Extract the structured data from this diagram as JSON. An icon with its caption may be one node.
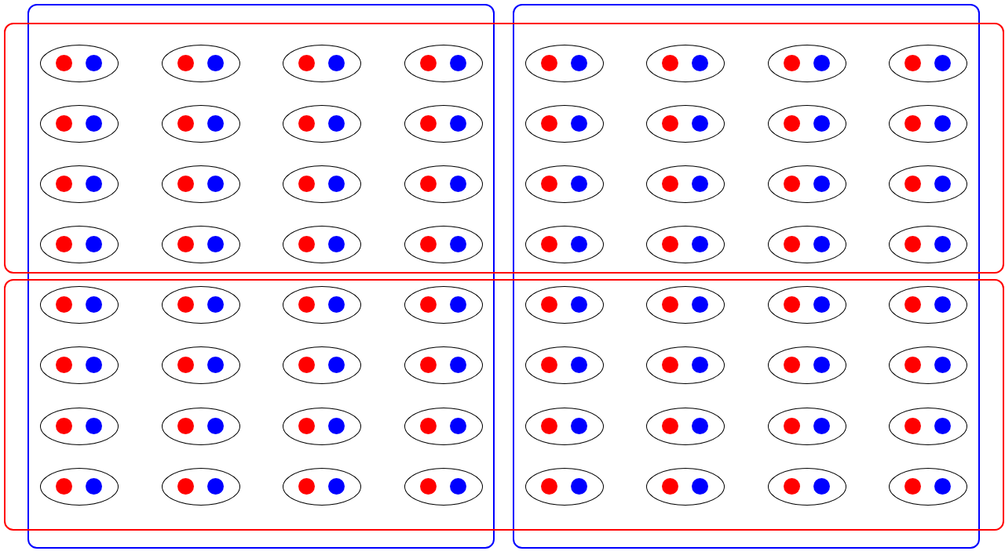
{
  "diagram": {
    "nodes": [
      {
        "text": [],
        "shape": "box"
      },
      {
        "text": [],
        "shape": "box"
      },
      {
        "text": [],
        "shape": "box"
      },
      {
        "text": [],
        "shape": "box"
      },
      {
        "text": [],
        "shape": "ellipse"
      },
      {
        "text": [],
        "shape": "circle",
        "in": 4
      },
      {
        "text": [],
        "shape": "circle",
        "in": 4
      },
      {
        "text": [],
        "shape": "ellipse"
      },
      {
        "text": [],
        "shape": "circle",
        "in": 7
      },
      {
        "text": [],
        "shape": "circle",
        "in": 7
      },
      {
        "text": [],
        "shape": "ellipse"
      },
      {
        "text": [],
        "shape": "circle",
        "in": 10
      },
      {
        "text": [],
        "shape": "circle",
        "in": 10
      },
      {
        "text": [],
        "shape": "ellipse"
      },
      {
        "text": [],
        "shape": "circle",
        "in": 13
      },
      {
        "text": [],
        "shape": "circle",
        "in": 13
      },
      {
        "text": [],
        "shape": "ellipse"
      },
      {
        "text": [],
        "shape": "circle",
        "in": 16
      },
      {
        "text": [],
        "shape": "circle",
        "in": 16
      },
      {
        "text": [],
        "shape": "ellipse"
      },
      {
        "text": [],
        "shape": "circle",
        "in": 19
      },
      {
        "text": [],
        "shape": "circle",
        "in": 19
      },
      {
        "text": [],
        "shape": "ellipse"
      },
      {
        "text": [],
        "shape": "circle",
        "in": 22
      },
      {
        "text": [],
        "shape": "circle",
        "in": 22
      },
      {
        "text": [],
        "shape": "ellipse"
      },
      {
        "text": [],
        "shape": "circle",
        "in": 25
      },
      {
        "text": [],
        "shape": "circle",
        "in": 25
      },
      {
        "text": [],
        "shape": "ellipse"
      },
      {
        "text": [],
        "shape": "circle",
        "in": 28
      },
      {
        "text": [],
        "shape": "circle",
        "in": 28
      },
      {
        "text": [],
        "shape": "ellipse"
      },
      {
        "text": [],
        "shape": "circle",
        "in": 31
      },
      {
        "text": [],
        "shape": "circle",
        "in": 31
      },
      {
        "text": [],
        "shape": "ellipse"
      },
      {
        "text": [],
        "shape": "circle",
        "in": 34
      },
      {
        "text": [],
        "shape": "circle",
        "in": 34
      },
      {
        "text": [],
        "shape": "ellipse"
      },
      {
        "text": [],
        "shape": "circle",
        "in": 37
      },
      {
        "text": [],
        "shape": "circle",
        "in": 37
      },
      {
        "text": [],
        "shape": "ellipse"
      },
      {
        "text": [],
        "shape": "circle",
        "in": 40
      },
      {
        "text": [],
        "shape": "circle",
        "in": 40
      },
      {
        "text": [],
        "shape": "ellipse"
      },
      {
        "text": [],
        "shape": "circle",
        "in": 43
      },
      {
        "text": [],
        "shape": "circle",
        "in": 43
      },
      {
        "text": [],
        "shape": "ellipse"
      },
      {
        "text": [],
        "shape": "circle",
        "in": 46
      },
      {
        "text": [],
        "shape": "circle",
        "in": 46
      },
      {
        "text": [],
        "shape": "ellipse"
      },
      {
        "text": [],
        "shape": "circle",
        "in": 49
      },
      {
        "text": [],
        "shape": "circle",
        "in": 49
      },
      {
        "text": [],
        "shape": "ellipse"
      },
      {
        "text": [],
        "shape": "circle",
        "in": 52
      },
      {
        "text": [],
        "shape": "circle",
        "in": 52
      },
      {
        "text": [],
        "shape": "ellipse"
      },
      {
        "text": [],
        "shape": "circle",
        "in": 55
      },
      {
        "text": [],
        "shape": "circle",
        "in": 55
      },
      {
        "text": [],
        "shape": "ellipse"
      },
      {
        "text": [],
        "shape": "circle",
        "in": 58
      },
      {
        "text": [],
        "shape": "circle",
        "in": 58
      },
      {
        "text": [],
        "shape": "ellipse"
      },
      {
        "text": [],
        "shape": "circle",
        "in": 61
      },
      {
        "text": [],
        "shape": "circle",
        "in": 61
      },
      {
        "text": [],
        "shape": "ellipse"
      },
      {
        "text": [],
        "shape": "circle",
        "in": 64
      },
      {
        "text": [],
        "shape": "circle",
        "in": 64
      },
      {
        "text": [],
        "shape": "ellipse"
      },
      {
        "text": [],
        "shape": "circle",
        "in": 67
      },
      {
        "text": [],
        "shape": "circle",
        "in": 67
      },
      {
        "text": [],
        "shape": "ellipse"
      },
      {
        "text": [],
        "shape": "circle",
        "in": 70
      },
      {
        "text": [],
        "shape": "circle",
        "in": 70
      },
      {
        "text": [],
        "shape": "ellipse"
      },
      {
        "text": [],
        "shape": "circle",
        "in": 73
      },
      {
        "text": [],
        "shape": "circle",
        "in": 73
      },
      {
        "text": [],
        "shape": "ellipse"
      },
      {
        "text": [],
        "shape": "circle",
        "in": 76
      },
      {
        "text": [],
        "shape": "circle",
        "in": 76
      },
      {
        "text": [],
        "shape": "ellipse"
      },
      {
        "text": [],
        "shape": "circle",
        "in": 79
      },
      {
        "text": [],
        "shape": "circle",
        "in": 79
      },
      {
        "text": [],
        "shape": "ellipse"
      },
      {
        "text": [],
        "shape": "circle",
        "in": 82
      },
      {
        "text": [],
        "shape": "circle",
        "in": 82
      },
      {
        "text": [],
        "shape": "ellipse"
      },
      {
        "text": [],
        "shape": "circle",
        "in": 85
      },
      {
        "text": [],
        "shape": "circle",
        "in": 85
      },
      {
        "text": [],
        "shape": "ellipse"
      },
      {
        "text": [],
        "shape": "circle",
        "in": 88
      },
      {
        "text": [],
        "shape": "circle",
        "in": 88
      },
      {
        "text": [],
        "shape": "ellipse"
      },
      {
        "text": [],
        "shape": "circle",
        "in": 91
      },
      {
        "text": [],
        "shape": "circle",
        "in": 91
      },
      {
        "text": [],
        "shape": "ellipse"
      },
      {
        "text": [],
        "shape": "circle",
        "in": 94
      },
      {
        "text": [],
        "shape": "circle",
        "in": 94
      },
      {
        "text": [],
        "shape": "ellipse"
      },
      {
        "text": [],
        "shape": "circle",
        "in": 97
      },
      {
        "text": [],
        "shape": "circle",
        "in": 97
      },
      {
        "text": [],
        "shape": "ellipse"
      },
      {
        "text": [],
        "shape": "circle",
        "in": 100
      },
      {
        "text": [],
        "shape": "circle",
        "in": 100
      },
      {
        "text": [],
        "shape": "ellipse"
      },
      {
        "text": [],
        "shape": "circle",
        "in": 103
      },
      {
        "text": [],
        "shape": "circle",
        "in": 103
      },
      {
        "text": [],
        "shape": "ellipse"
      },
      {
        "text": [],
        "shape": "circle",
        "in": 106
      },
      {
        "text": [],
        "shape": "circle",
        "in": 106
      },
      {
        "text": [],
        "shape": "ellipse"
      },
      {
        "text": [],
        "shape": "circle",
        "in": 109
      },
      {
        "text": [],
        "shape": "circle",
        "in": 109
      },
      {
        "text": [],
        "shape": "ellipse"
      },
      {
        "text": [],
        "shape": "circle",
        "in": 112
      },
      {
        "text": [],
        "shape": "circle",
        "in": 112
      },
      {
        "text": [],
        "shape": "ellipse"
      },
      {
        "text": [],
        "shape": "circle",
        "in": 115
      },
      {
        "text": [],
        "shape": "circle",
        "in": 115
      },
      {
        "text": [],
        "shape": "ellipse"
      },
      {
        "text": [],
        "shape": "circle",
        "in": 118
      },
      {
        "text": [],
        "shape": "circle",
        "in": 118
      },
      {
        "text": [],
        "shape": "ellipse"
      },
      {
        "text": [],
        "shape": "circle",
        "in": 121
      },
      {
        "text": [],
        "shape": "circle",
        "in": 121
      },
      {
        "text": [],
        "shape": "ellipse"
      },
      {
        "text": [],
        "shape": "circle",
        "in": 124
      },
      {
        "text": [],
        "shape": "circle",
        "in": 124
      },
      {
        "text": [],
        "shape": "ellipse"
      },
      {
        "text": [],
        "shape": "circle",
        "in": 127
      },
      {
        "text": [],
        "shape": "circle",
        "in": 127
      },
      {
        "text": [],
        "shape": "ellipse"
      },
      {
        "text": [],
        "shape": "circle",
        "in": 130
      },
      {
        "text": [],
        "shape": "circle",
        "in": 130
      },
      {
        "text": [],
        "shape": "ellipse"
      },
      {
        "text": [],
        "shape": "circle",
        "in": 133
      },
      {
        "text": [],
        "shape": "circle",
        "in": 133
      },
      {
        "text": [],
        "shape": "ellipse"
      },
      {
        "text": [],
        "shape": "circle",
        "in": 136
      },
      {
        "text": [],
        "shape": "circle",
        "in": 136
      },
      {
        "text": [],
        "shape": "ellipse"
      },
      {
        "text": [],
        "shape": "circle",
        "in": 139
      },
      {
        "text": [],
        "shape": "circle",
        "in": 139
      },
      {
        "text": [],
        "shape": "ellipse"
      },
      {
        "text": [],
        "shape": "circle",
        "in": 142
      },
      {
        "text": [],
        "shape": "circle",
        "in": 142
      },
      {
        "text": [],
        "shape": "ellipse"
      },
      {
        "text": [],
        "shape": "circle",
        "in": 145
      },
      {
        "text": [],
        "shape": "circle",
        "in": 145
      },
      {
        "text": [],
        "shape": "ellipse"
      },
      {
        "text": [],
        "shape": "circle",
        "in": 148
      },
      {
        "text": [],
        "shape": "circle",
        "in": 148
      },
      {
        "text": [],
        "shape": "ellipse"
      },
      {
        "text": [],
        "shape": "circle",
        "in": 151
      },
      {
        "text": [],
        "shape": "circle",
        "in": 151
      },
      {
        "text": [],
        "shape": "ellipse"
      },
      {
        "text": [],
        "shape": "circle",
        "in": 154
      },
      {
        "text": [],
        "shape": "circle",
        "in": 154
      },
      {
        "text": [],
        "shape": "ellipse"
      },
      {
        "text": [],
        "shape": "circle",
        "in": 157
      },
      {
        "text": [],
        "shape": "circle",
        "in": 157
      },
      {
        "text": [],
        "shape": "ellipse"
      },
      {
        "text": [],
        "shape": "circle",
        "in": 160
      },
      {
        "text": [],
        "shape": "circle",
        "in": 160
      },
      {
        "text": [],
        "shape": "ellipse"
      },
      {
        "text": [],
        "shape": "circle",
        "in": 163
      },
      {
        "text": [],
        "shape": "circle",
        "in": 163
      },
      {
        "text": [],
        "shape": "ellipse"
      },
      {
        "text": [],
        "shape": "circle",
        "in": 166
      },
      {
        "text": [],
        "shape": "circle",
        "in": 166
      },
      {
        "text": [],
        "shape": "ellipse"
      },
      {
        "text": [],
        "shape": "circle",
        "in": 169
      },
      {
        "text": [],
        "shape": "circle",
        "in": 169
      },
      {
        "text": [],
        "shape": "ellipse"
      },
      {
        "text": [],
        "shape": "circle",
        "in": 172
      },
      {
        "text": [],
        "shape": "circle",
        "in": 172
      },
      {
        "text": [],
        "shape": "ellipse"
      },
      {
        "text": [],
        "shape": "circle",
        "in": 175
      },
      {
        "text": [],
        "shape": "circle",
        "in": 175
      },
      {
        "text": [],
        "shape": "ellipse"
      },
      {
        "text": [],
        "shape": "circle",
        "in": 178
      },
      {
        "text": [],
        "shape": "circle",
        "in": 178
      },
      {
        "text": [],
        "shape": "ellipse"
      },
      {
        "text": [],
        "shape": "circle",
        "in": 181
      },
      {
        "text": [],
        "shape": "circle",
        "in": 181
      },
      {
        "text": [],
        "shape": "ellipse"
      },
      {
        "text": [],
        "shape": "circle",
        "in": 184
      },
      {
        "text": [],
        "shape": "circle",
        "in": 184
      },
      {
        "text": [],
        "shape": "ellipse"
      },
      {
        "text": [],
        "shape": "circle",
        "in": 187
      },
      {
        "text": [],
        "shape": "circle",
        "in": 187
      },
      {
        "text": [],
        "shape": "ellipse"
      },
      {
        "text": [],
        "shape": "circle",
        "in": 190
      },
      {
        "text": [],
        "shape": "circle",
        "in": 190
      },
      {
        "text": [],
        "shape": "ellipse"
      },
      {
        "text": [],
        "shape": "circle",
        "in": 193
      },
      {
        "text": [],
        "shape": "circle",
        "in": 193
      }
    ]
  }
}
